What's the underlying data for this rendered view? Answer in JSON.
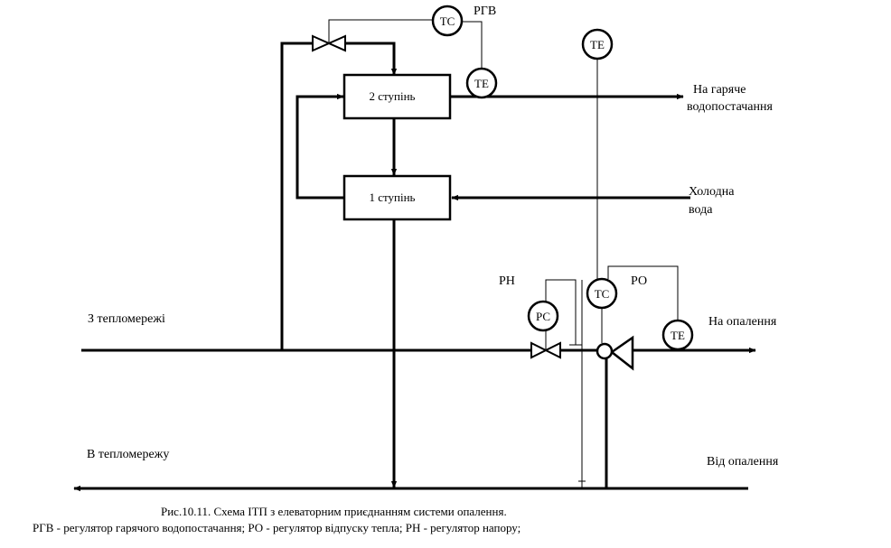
{
  "diagram": {
    "stage2": "2 ступінь",
    "stage1": "1 ступінь",
    "instruments": {
      "tc_rgv": "ТС",
      "te_rgv": "ТЕ",
      "te_top": "ТЕ",
      "rs": "РС",
      "tc_ro": "ТС",
      "te_ro": "ТЕ"
    },
    "labels": {
      "rgv": "РГВ",
      "rn": "РН",
      "ro": "РО",
      "hot_water_1": "На гаряче",
      "hot_water_2": "водопостачання",
      "cold_water_1": "Холодна",
      "cold_water_2": "вода",
      "from_network": "З тепломережі",
      "to_heating": "На опалення",
      "to_network": "В тепломережу",
      "from_heating": "Від опалення"
    }
  },
  "caption": {
    "line1": "Рис.10.11.  Схема ІТП з елеваторним приєднанням системи опалення.",
    "line2": "РГВ  - регулятор гарячого водопостачання; РО - регулятор відпуску тепла;  РН - регулятор напору;"
  }
}
